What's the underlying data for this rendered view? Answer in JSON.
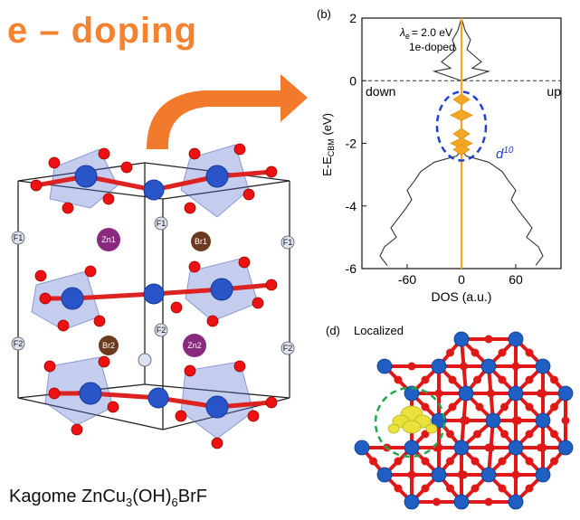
{
  "title": "e – doping",
  "caption": {
    "prefix": "Kagome ZnCu",
    "sub1": "3",
    "mid": "(OH)",
    "sub2": "6",
    "suffix": "BrF"
  },
  "structure": {
    "atom_labels": [
      "F1",
      "F1",
      "F1",
      "Zn1",
      "Br1",
      "F2",
      "F2",
      "F2",
      "Br2",
      "Zn2"
    ]
  },
  "panel_b": {
    "panel_label": "(b)",
    "lambda_text": "= 2.0 eV",
    "lambda_symbol": "λ",
    "lambda_sub": "e",
    "doping_text": "1e-doped",
    "down_label": "down",
    "up_label": "up",
    "d10_label": "d",
    "d10_sup": "10",
    "ylabel_prefix": "E-E",
    "ylabel_sub": "CBM",
    "ylabel_suffix": " (eV)",
    "xlabel": "DOS (a.u.)",
    "colors": {
      "dos_curve": "#333333",
      "fermi_line": "#f5a623",
      "highlight_ellipse": "#1f3fd6",
      "d10_label": "#1f3fd6"
    }
  },
  "panel_d": {
    "panel_label": "(d)",
    "title": "Localized",
    "colors": {
      "cu_atom": "#1f5fc4",
      "o_atom": "#e01818",
      "charge_density": "#e9e23a",
      "circle": "#21a84a"
    }
  },
  "chart_data": {
    "type": "line",
    "title": "",
    "xlabel": "DOS (a.u.)",
    "ylabel": "E-E_CBM (eV)",
    "xlim": [
      -110,
      110
    ],
    "ylim": [
      -6,
      2
    ],
    "xticks": [
      -60,
      0,
      60
    ],
    "yticks": [
      -6,
      -4,
      -2,
      0,
      2
    ],
    "grid": false,
    "y_energy": [
      2.0,
      1.6,
      1.3,
      1.0,
      0.8,
      0.6,
      0.4,
      0.3,
      0.0,
      -0.6,
      -2.2,
      -2.4,
      -2.6,
      -2.9,
      -3.2,
      -3.5,
      -3.8,
      -4.1,
      -4.4,
      -4.7,
      -5.0,
      -5.3,
      -5.6,
      -5.9
    ],
    "series": [
      {
        "values": [
          0,
          4,
          10,
          6,
          14,
          22,
          12,
          30,
          0,
          0,
          0,
          5,
          30,
          45,
          52,
          60,
          55,
          62,
          70,
          78,
          72,
          85,
          90,
          82
        ]
      },
      {
        "values": [
          0,
          -4,
          -10,
          -6,
          -14,
          -22,
          -12,
          -30,
          0,
          0,
          0,
          -5,
          -30,
          -45,
          -52,
          -60,
          -55,
          -62,
          -70,
          -78,
          -72,
          -85,
          -90,
          -82
        ]
      }
    ],
    "annotations": [
      "down",
      "up",
      "d10",
      "λ_e = 2.0 eV",
      "1e-doped"
    ]
  }
}
